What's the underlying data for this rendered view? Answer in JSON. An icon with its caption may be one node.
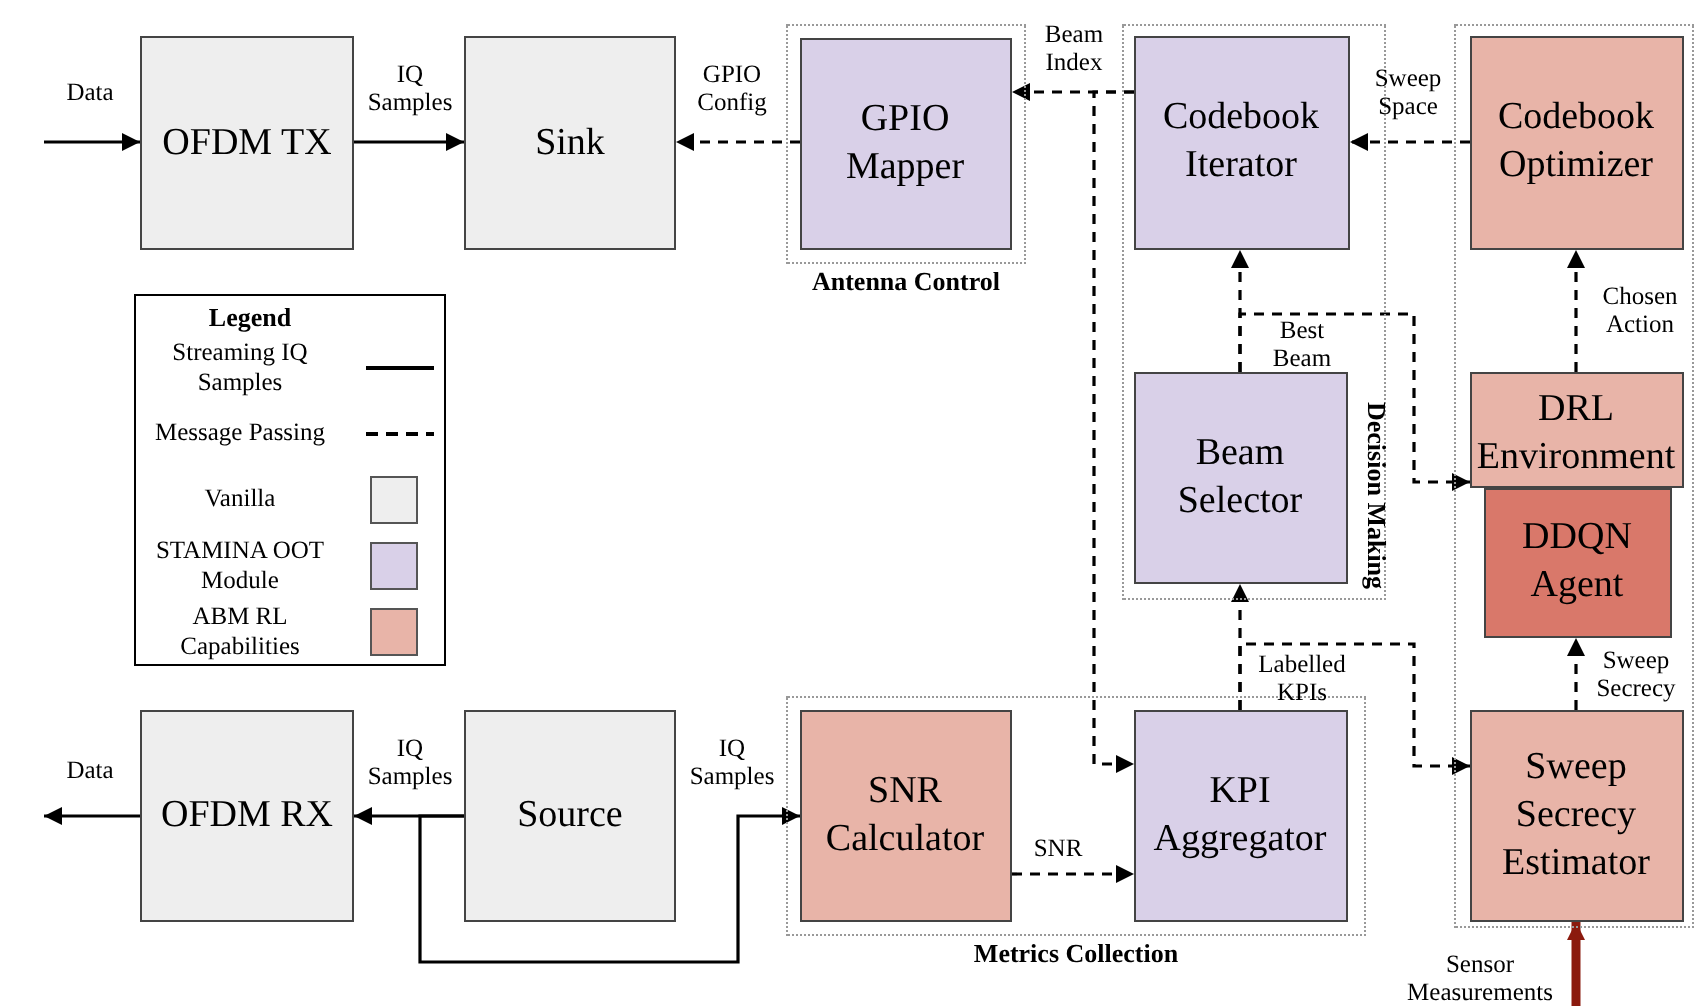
{
  "diagram": {
    "nodes": [
      {
        "text": [
          "OFDM TX"
        ]
      },
      {
        "text": [
          "Sink"
        ]
      },
      {
        "text": [
          "Antenna Control"
        ]
      },
      {
        "text": [
          "GPIO Mapper"
        ],
        "in": 2
      },
      {
        "text": [
          "Decision Making"
        ]
      },
      {
        "text": [
          "Codebook Iterator"
        ],
        "in": 4
      },
      {
        "text": [
          "Beam Selector"
        ],
        "in": 4
      },
      {
        "text": [],
        "shape": "box"
      },
      {
        "text": [
          "Codebook Optimizer"
        ],
        "in": 7
      },
      {
        "text": [
          "DRL Environment"
        ],
        "in": 7
      },
      {
        "text": [
          "DDQN Agent"
        ],
        "in": 7
      },
      {
        "text": [
          "Sweep Secrecy Estimator"
        ],
        "in": 7
      },
      {
        "text": [
          "OFDM RX"
        ]
      },
      {
        "text": [
          "Source"
        ]
      },
      {
        "text": [
          "Metrics Collection"
        ]
      },
      {
        "text": [
          "SNR Calculator"
        ],
        "in": 14
      },
      {
        "text": [
          "KPI Aggregator"
        ],
        "in": 14
      }
    ],
    "edges": [
      {
        "from": null,
        "to": 0,
        "arrow": "to",
        "label": "Data"
      },
      {
        "from": 0,
        "to": 1,
        "arrow": "to",
        "label": "IQ Samples"
      },
      {
        "from": 3,
        "to": 1,
        "arrow": "to",
        "label": "GPIO Config",
        "style": "dashed"
      },
      {
        "from": 5,
        "to": 3,
        "arrow": "to",
        "label": "Beam Index",
        "style": "dashed"
      },
      {
        "from": 5,
        "to": 16,
        "arrow": "to",
        "style": "dashed"
      },
      {
        "from": 8,
        "to": 5,
        "arrow": "to",
        "label": "Sweep Space",
        "style": "dashed"
      },
      {
        "from": 6,
        "to": 5,
        "arrow": "to",
        "label": "Best Beam",
        "style": "dashed"
      },
      {
        "from": 6,
        "to": 9,
        "arrow": "to",
        "style": "dashed"
      },
      {
        "from": 9,
        "to": 8,
        "arrow": "to",
        "label": "Chosen Action",
        "style": "dashed"
      },
      {
        "from": 11,
        "to": 10,
        "arrow": "to",
        "label": "Sweep Secrecy",
        "style": "dashed"
      },
      {
        "from": 16,
        "to": 6,
        "arrow": "to",
        "label": "Labelled KPIs",
        "style": "dashed"
      },
      {
        "from": 16,
        "to": 11,
        "arrow": "to",
        "style": "dashed"
      },
      {
        "from": 13,
        "to": 12,
        "arrow": "to",
        "label": "IQ Samples"
      },
      {
        "from": 13,
        "to": 15,
        "arrow": "to",
        "label": "IQ Samples"
      },
      {
        "from": 12,
        "to": null,
        "arrow": "to",
        "label": "Data"
      },
      {
        "from": 15,
        "to": 16,
        "arrow": "to",
        "label": "SNR",
        "style": "dashed"
      },
      {
        "from": null,
        "to": 11,
        "arrow": "to",
        "label": "Sensor Measurements",
        "style": "thick",
        "color": "#8b1a0e"
      }
    ],
    "labels": [
      "Legend"
    ],
    "legend": [
      {
        "text": "Streaming IQ Samples"
      },
      {
        "text": "Message Passing"
      },
      {
        "text": "Vanilla",
        "color": "#eeeeee"
      },
      {
        "text": "STAMINA OOT Module",
        "color": "#d9d0e8"
      },
      {
        "text": "ABM RL Capabilities",
        "color": "#e8b4a8"
      }
    ]
  }
}
